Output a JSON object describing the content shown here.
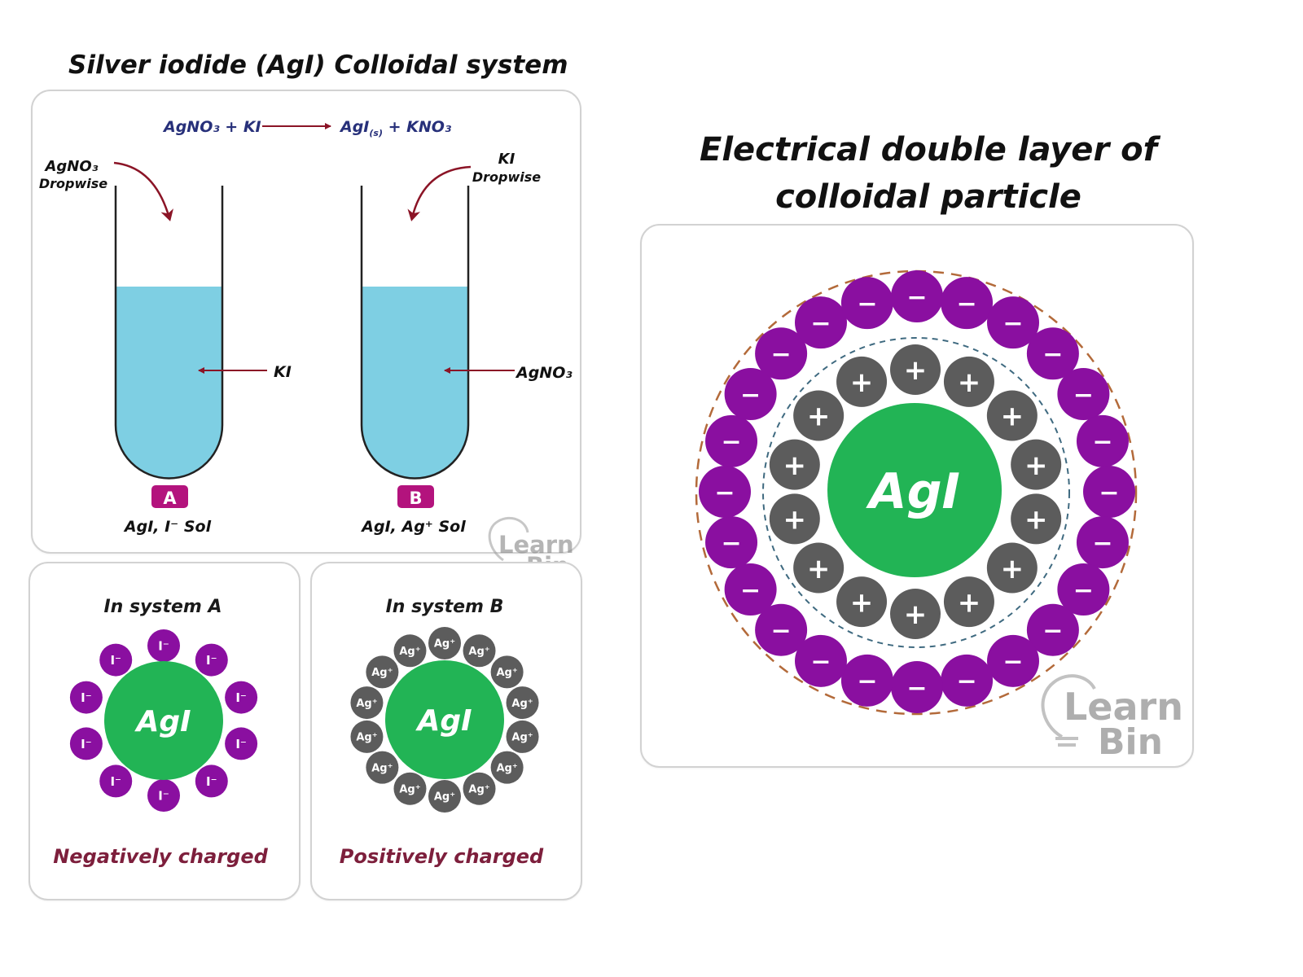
{
  "left": {
    "title": "Silver iodide (AgI) Colloidal system",
    "equation": {
      "lhs": "AgNO₃ + KI",
      "rhs_prefix": "AgI",
      "rhs_subscript": "(s)",
      "rhs_suffix": " + KNO₃"
    },
    "tube_a": {
      "reagent_line1": "AgNO₃",
      "reagent_line2": "Dropwise",
      "content": "KI",
      "badge": "A",
      "result": "AgI, I⁻ Sol"
    },
    "tube_b": {
      "reagent_line1": "KI",
      "reagent_line2": "Dropwise",
      "content": "AgNO₃",
      "badge": "B",
      "result": "AgI, Ag⁺ Sol"
    },
    "system_a": {
      "title": "In system A",
      "core": "AgI",
      "ion": "I⁻",
      "charge": "Negatively charged"
    },
    "system_b": {
      "title": "In system B",
      "core": "AgI",
      "ion": "Ag⁺",
      "charge": "Positively charged"
    }
  },
  "right": {
    "title_line1": "Electrical double layer of",
    "title_line2": "colloidal particle",
    "core": "AgI",
    "inner_ion": "+",
    "outer_ion": "−"
  },
  "watermark": {
    "line1": "Learn",
    "line2": "Bin"
  },
  "colors": {
    "solution": "#7ecfe3",
    "core": "#22b455",
    "negative_ion": "#8a0fa0",
    "positive_ion": "#5c5c5c",
    "badge": "#b3137d",
    "arrow": "#8b1426",
    "equation": "#27307a",
    "charge_text": "#7d1f3c"
  }
}
